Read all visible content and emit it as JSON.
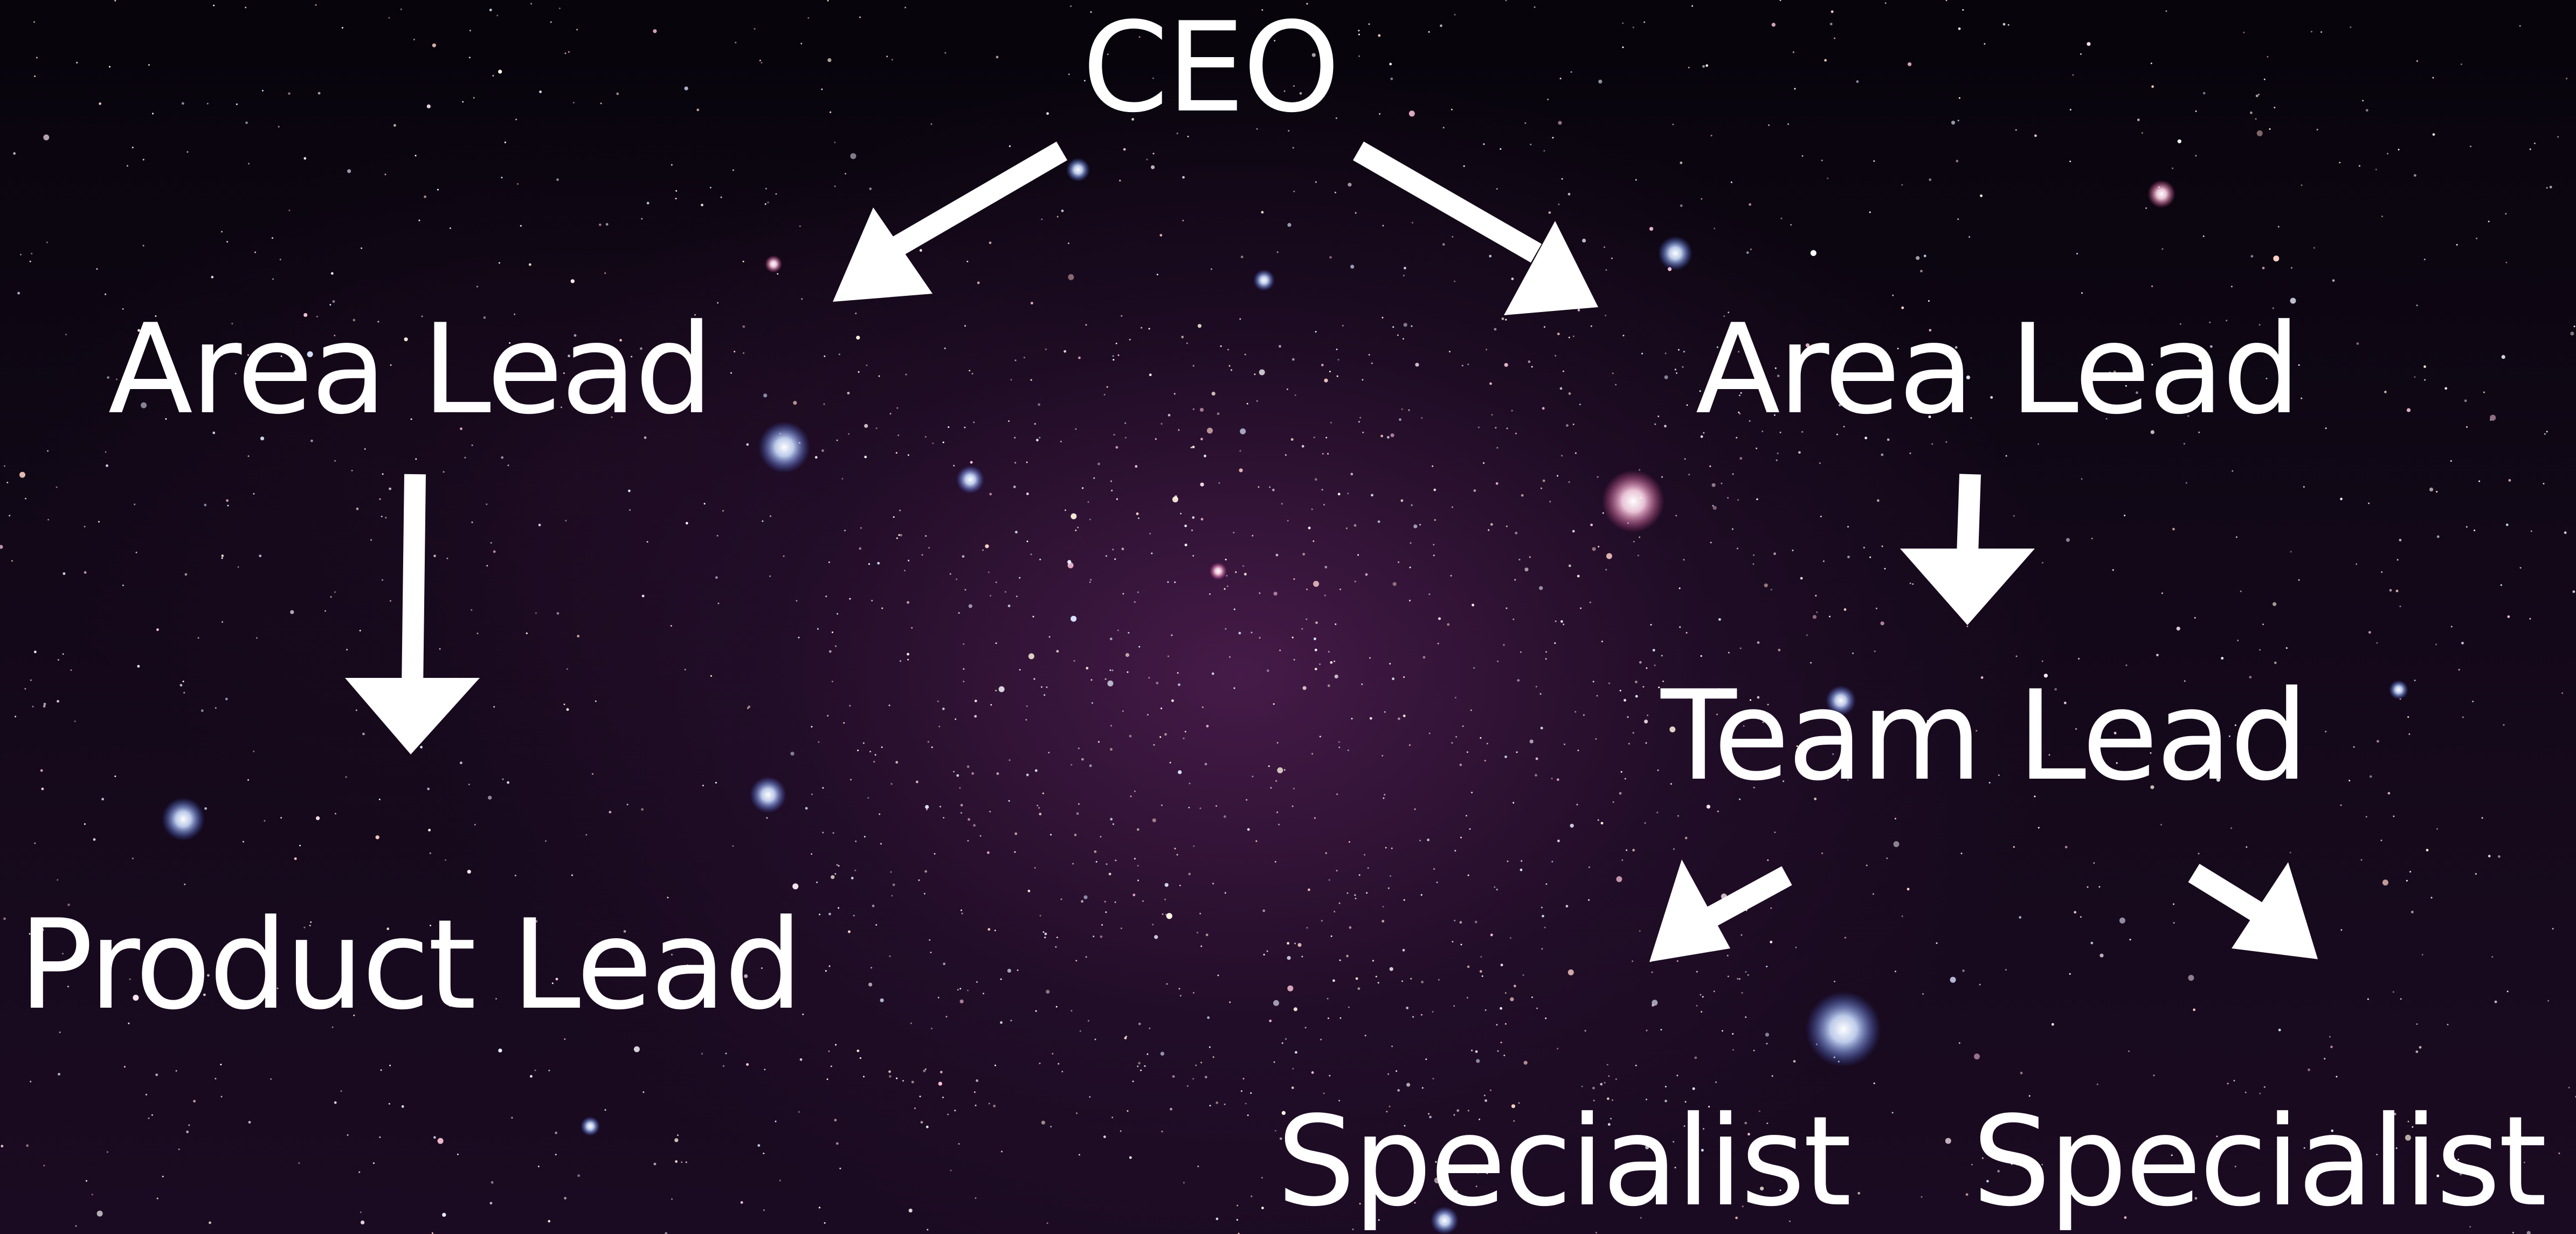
{
  "diagram": {
    "type": "org-chart",
    "nodes": [
      {
        "id": "ceo",
        "label": "CEO"
      },
      {
        "id": "area-lead-left",
        "label": "Area Lead"
      },
      {
        "id": "area-lead-right",
        "label": "Area Lead"
      },
      {
        "id": "product-lead",
        "label": "Product Lead"
      },
      {
        "id": "team-lead",
        "label": "Team Lead"
      },
      {
        "id": "specialist-1",
        "label": "Specialist"
      },
      {
        "id": "specialist-2",
        "label": "Specialist"
      }
    ],
    "edges": [
      {
        "from": "ceo",
        "to": "area-lead-left"
      },
      {
        "from": "ceo",
        "to": "area-lead-right"
      },
      {
        "from": "area-lead-left",
        "to": "product-lead"
      },
      {
        "from": "area-lead-right",
        "to": "team-lead"
      },
      {
        "from": "team-lead",
        "to": "specialist-1"
      },
      {
        "from": "team-lead",
        "to": "specialist-2"
      }
    ]
  },
  "colors": {
    "text": "#ffffff",
    "arrows": "#ffffff",
    "background": "#120818"
  }
}
